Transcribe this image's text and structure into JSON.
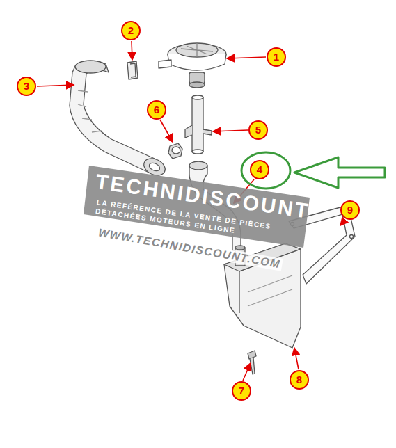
{
  "diagram": {
    "labels": [
      "1",
      "2",
      "3",
      "4",
      "5",
      "6",
      "7",
      "8",
      "9",
      "TECHNIDISCOUNT",
      "LA RÉFÉRENCE DE LA VENTE DE PIÈCES DÉTACHÉES MOTEURS EN LIGNE",
      "WWW.TECHNIDISCOUNT.COM"
    ]
  }
}
